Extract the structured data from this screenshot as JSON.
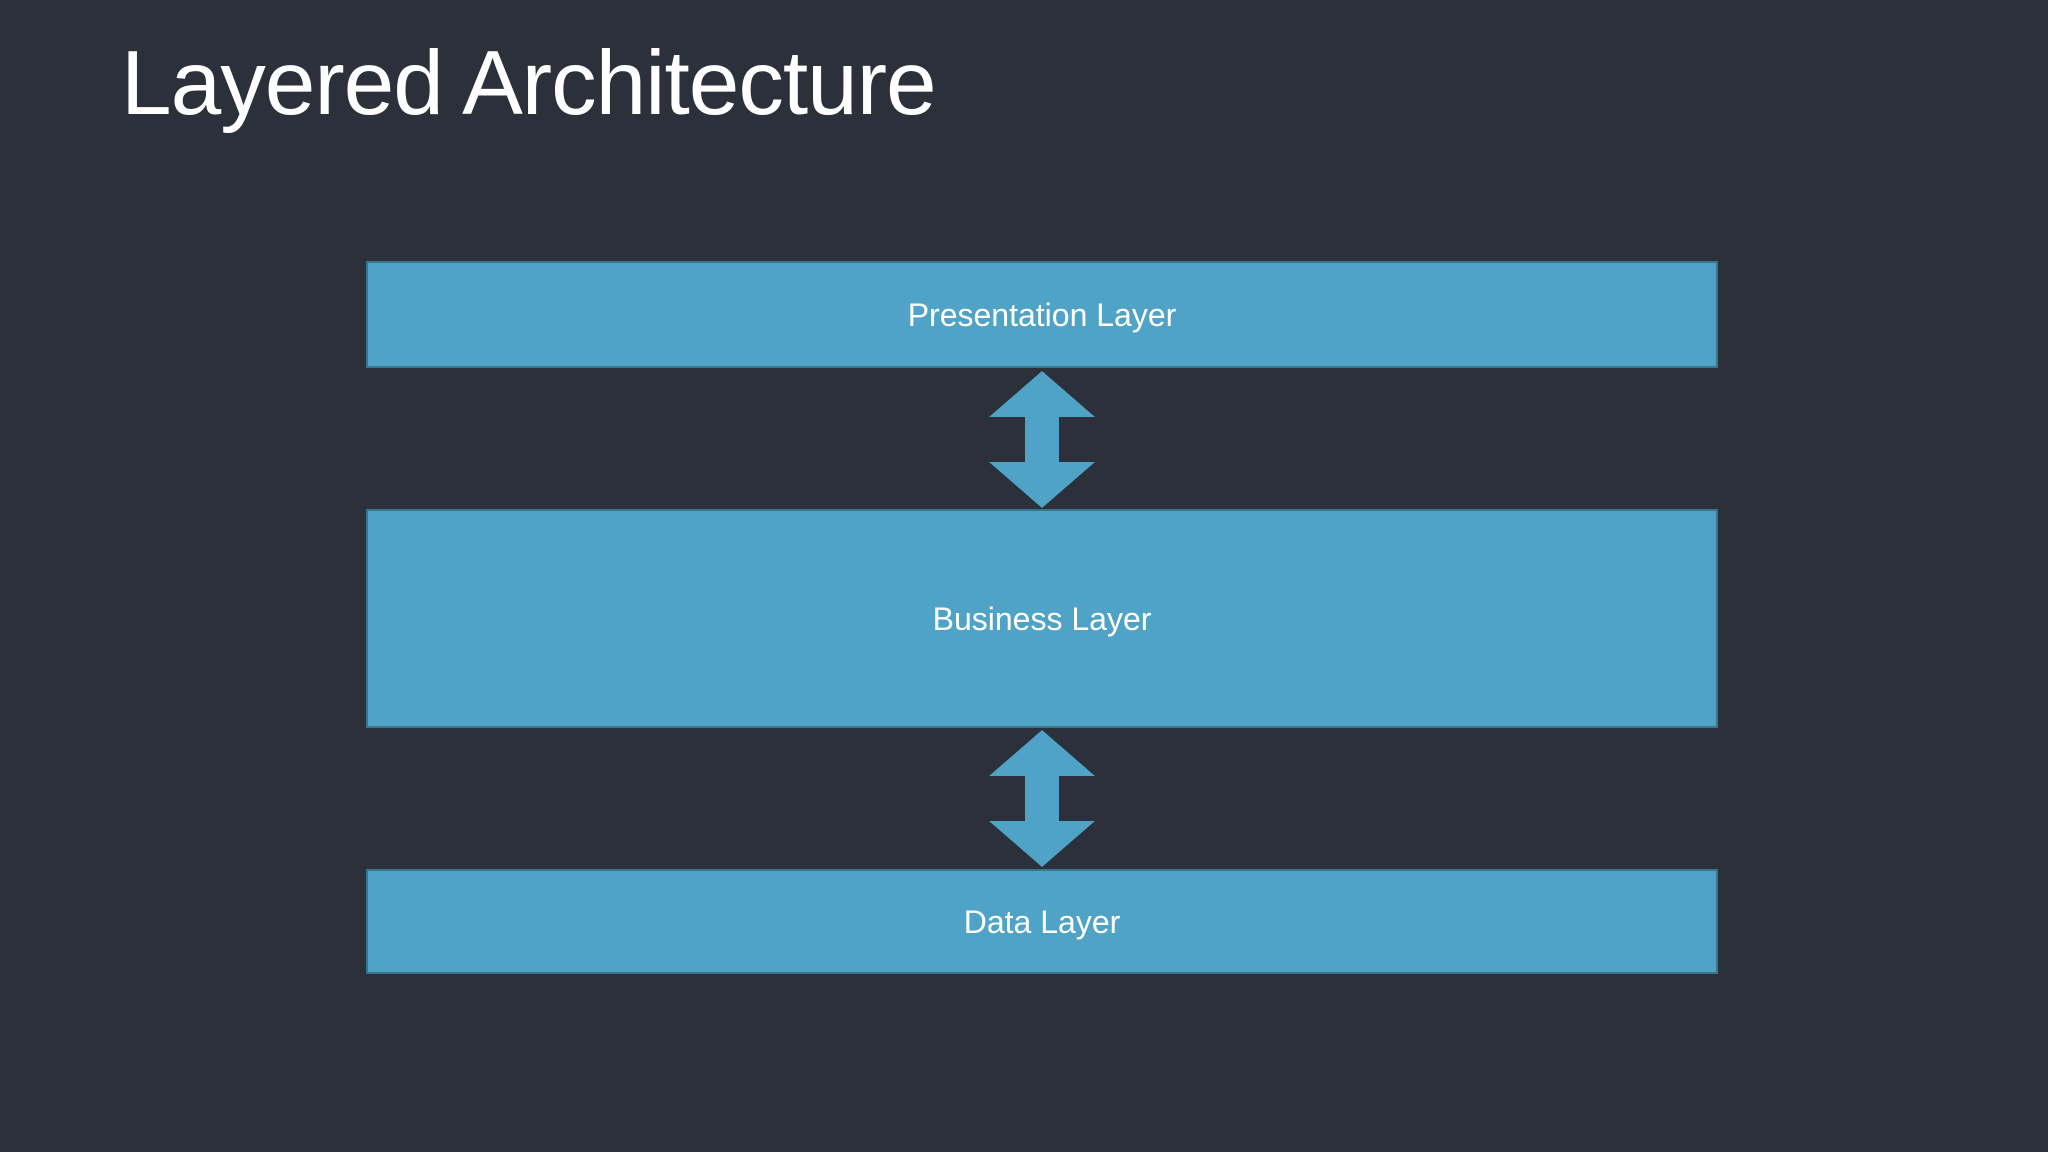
{
  "slide": {
    "title": "Layered Architecture",
    "colors": {
      "background": "#2b303a",
      "accent": "#4fa3c7",
      "text": "#ffffff"
    }
  },
  "diagram": {
    "layers": [
      {
        "label": "Presentation Layer"
      },
      {
        "label": "Business Layer"
      },
      {
        "label": "Data Layer"
      }
    ],
    "connectors": [
      {
        "type": "bidirectional-arrow",
        "from": "Presentation Layer",
        "to": "Business Layer"
      },
      {
        "type": "bidirectional-arrow",
        "from": "Business Layer",
        "to": "Data Layer"
      }
    ]
  }
}
